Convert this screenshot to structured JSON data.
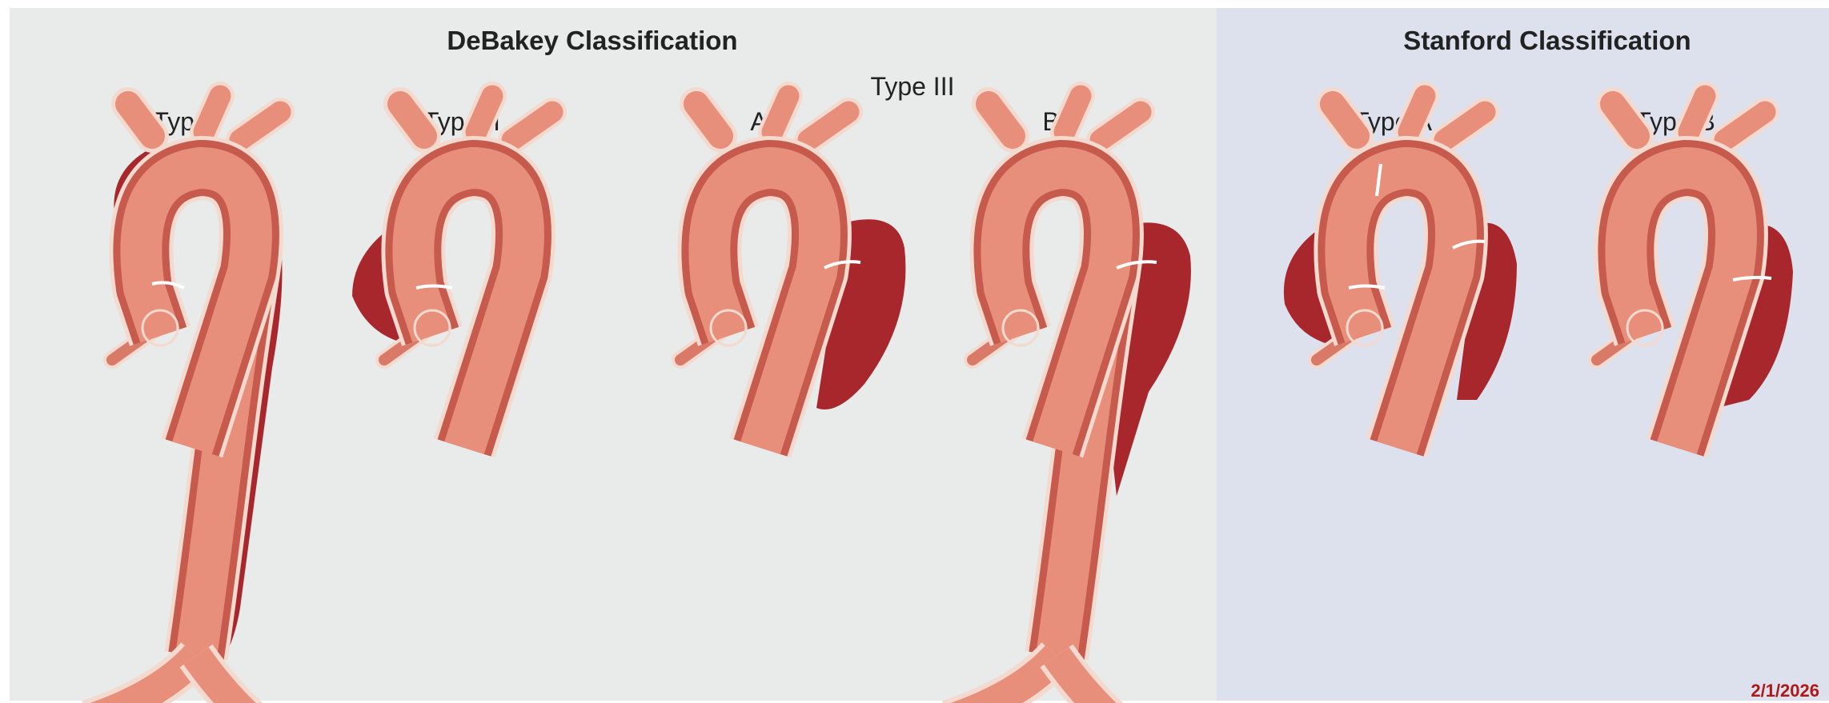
{
  "debakey": {
    "heading": "DeBakey Classification",
    "group_label": "Type III",
    "types": [
      "Type I",
      "Type II",
      "A",
      "B"
    ]
  },
  "stanford": {
    "heading": "Stanford Classification",
    "types": [
      "Type A",
      "Type B"
    ]
  },
  "date": "2/1/2026",
  "colors": {
    "aorta_lumen": "#e88f7c",
    "aorta_wall": "#c65a4c",
    "false_lumen": "#a8272c",
    "outline": "#f4d9cf",
    "debakey_bg": "#e8ebea",
    "stanford_bg": "#dde1ee"
  }
}
